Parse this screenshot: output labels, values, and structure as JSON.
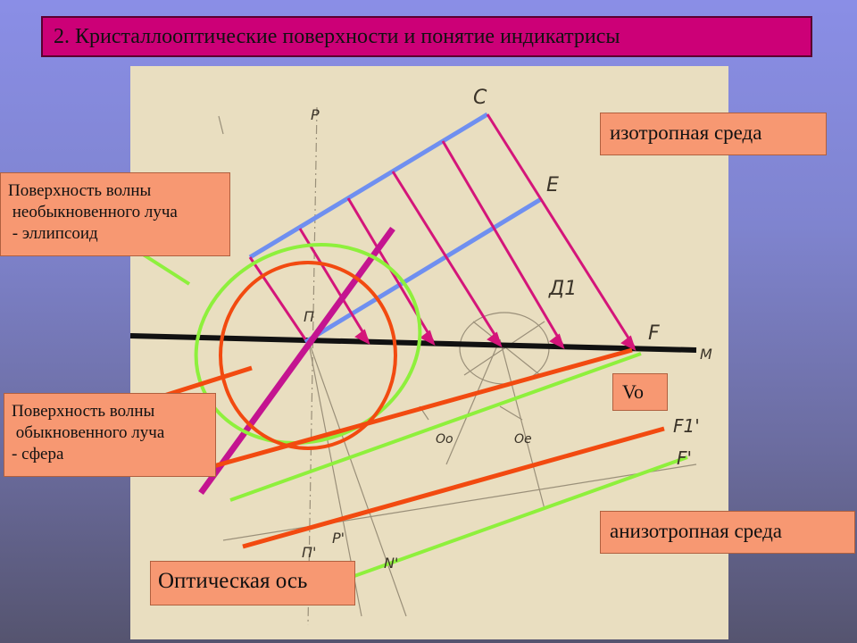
{
  "title": "2. Кристаллооптические поверхности и понятие индикатрисы",
  "labels": {
    "ellipsoid": [
      "Поверхность волны",
      " необыкновенного луча",
      " - эллипсоид"
    ],
    "sphere": [
      "Поверхность волны",
      " обыкновенного луча",
      "- сфера"
    ],
    "isotropic": "изотропная среда",
    "vo": "Vo",
    "anisotropic": "анизотропная среда",
    "optical_axis": "Оптическая ось"
  },
  "diagram_letters": {
    "C": "C",
    "E": "E",
    "D1": "Д1",
    "F": "F",
    "M": "M",
    "F1p": "F1'",
    "Fp": "F'",
    "P": "P",
    "Pp": "P'",
    "Np": "N'",
    "Pi": "П",
    "Pip": "П'",
    "Oe": "Oe",
    "Oo": "Oo"
  },
  "colors": {
    "title_bg": "#cc0077",
    "label_bg": "#f79872",
    "blue_ray": "#6f8ff0",
    "magenta_ray": "#d4157a",
    "orange_front": "#f24a10",
    "green_front": "#8ef03c",
    "interface_line": "#111111"
  }
}
